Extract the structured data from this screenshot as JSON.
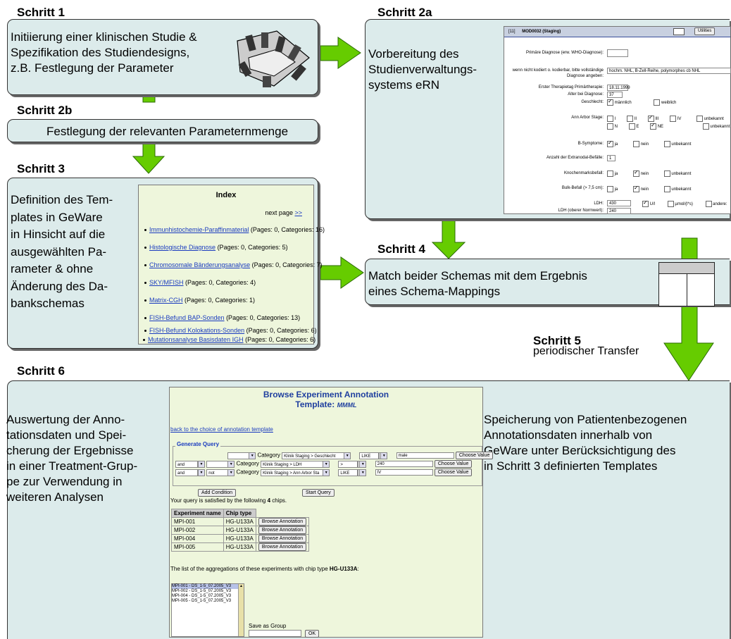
{
  "steps": {
    "s1": {
      "label": "Schritt 1",
      "text": [
        "Initiierung einer klinischen Studie &",
        "Spezifikation des Studiendesigns,",
        "z.B. Festlegung der Parameter"
      ]
    },
    "s2a": {
      "label": "Schritt 2a",
      "text": [
        "Vorbereitung des",
        "Studienverwaltungs-",
        "systems eRN"
      ]
    },
    "s2b": {
      "label": "Schritt 2b",
      "text": "Festlegung der relevanten Parameternmenge"
    },
    "s3": {
      "label": "Schritt 3",
      "text": [
        "Definition des Tem-",
        "plates in GeWare",
        "in Hinsicht auf die",
        "ausgewählten Pa-",
        "rameter & ohne",
        "Änderung des Da-",
        "bankschemas"
      ]
    },
    "s4": {
      "label": "Schritt 4",
      "text": [
        "Match beider Schemas mit dem Ergebnis",
        "eines Schema-Mappings"
      ]
    },
    "s5": {
      "label": "Schritt 5",
      "sub": "periodischer Transfer"
    },
    "s6": {
      "label": "Schritt 6",
      "left": [
        "Auswertung der Anno-",
        "tationsdaten und Spei-",
        "cherung der Ergebnisse",
        "in einer Treatment-Grup-",
        "pe zur Verwendung in",
        "weiteren Analysen"
      ],
      "right": [
        "Speicherung von Patientenbezogenen",
        "Annotationsdaten innerhalb von",
        "GeWare unter Berücksichtigung des",
        "in Schritt 3 definierten Templates"
      ]
    }
  },
  "index_panel": {
    "title": "Index",
    "next": "next page",
    "next_link": ">>",
    "items": [
      {
        "link": "Immunhistochemie-Paraffinmaterial",
        "rest": " (Pages: 0, Categories: 16)"
      },
      {
        "link": "Histologische Diagnose",
        "rest": " (Pages: 0, Categories: 5)"
      },
      {
        "link": "Chromosomale Bänderungsanalyse",
        "rest": " (Pages: 0, Categories: 7)"
      },
      {
        "link": "SKY/MFISH",
        "rest": " (Pages: 0, Categories: 4)"
      },
      {
        "link": "Matrix-CGH",
        "rest": " (Pages: 0, Categories: 1)"
      },
      {
        "link": "FISH-Befund BAP-Sonden",
        "rest": " (Pages: 0, Categories: 13)"
      },
      {
        "link": "FISH-Befund Kolokations-Sonden",
        "rest": " (Pages: 0, Categories: 6)"
      },
      {
        "link": "Mutationsanalyse Basisdaten IGH",
        "rest": " (Pages: 0, Categories: 6)"
      }
    ]
  },
  "ern_panel": {
    "header_id": "[11]",
    "header_title": "MOD0032 (Staging)",
    "header_btn": "Utilities",
    "primary_diag": "Primäre Diagnose (erw. WHO-Diagnose):",
    "not_coded": "wenn nicht kodiert o. kodierbar, bitte vollständige Diagnose angeben:",
    "not_coded_val": "hochm. NHL, B-Zell-Reihe, polymorphes cb NHL",
    "therapy_day": "Erster Therapietag Primärtherapie:",
    "therapy_val": "18.11.1999",
    "age": "Alter bei Diagnose:",
    "age_val": "37",
    "sex": "Geschlecht:",
    "sex_m": "männlich",
    "sex_w": "weiblich",
    "ann_arbor": "Ann Arbor Stage:",
    "aa_opts_row1": [
      "I",
      "II",
      "III",
      "IV",
      "unbekannt"
    ],
    "aa_opts_row2": [
      "N",
      "E",
      "NE",
      "unbekannt"
    ],
    "bsym": "B-Symptome:",
    "ja": "ja",
    "nein": "nein",
    "unbekannt": "unbekannt",
    "extranodal": "Anzahl der Extranodal-Befälle:",
    "extranodal_val": "1",
    "knochen": "Knochenmarksbefall:",
    "bulk": "Bulk-Befall (> 7,5 cm):",
    "ldh": "LDH:",
    "ldh_val": "430",
    "ldh_ul": "U/l",
    "ldh_umol": "µmol/(l*s)",
    "ldh_andere": "andere:",
    "ldh_upper": "LDH (oberer Normwert):",
    "ldh_upper_val": "240"
  },
  "browse_panel": {
    "title1": "Browse Experiment Annotation",
    "title2": "Template:",
    "title2_val": "MMML",
    "back": "back to the choice of annotation template",
    "gen_query": "Generate Query",
    "rows": [
      {
        "op1": "",
        "op2": "",
        "cat": "Category",
        "sel": "Klinik Staging > Geschlecht",
        "cmp": "LIKE",
        "val": "male",
        "btn": "Choose Value"
      },
      {
        "op1": "and",
        "op2": "",
        "cat": "Category",
        "sel": "Klinik Staging > LDH",
        "cmp": ">",
        "val": "240",
        "btn": "Choose Value"
      },
      {
        "op1": "and",
        "op2": "not",
        "cat": "Category",
        "sel": "Klinik Staging > Ann Arbor Sta",
        "cmp": "LIKE",
        "val": "IV",
        "btn": "Choose Value"
      }
    ],
    "add_cond": "Add Condition",
    "start_query": "Start Query",
    "satisfied_pre": "Your query is satisfied by the following ",
    "satisfied_num": "4",
    "satisfied_post": " chips.",
    "table_headers": [
      "Experiment name",
      "Chip type"
    ],
    "table_rows": [
      {
        "name": "MPI-001",
        "chip": "HG-U133A",
        "btn": "Browse Annotation"
      },
      {
        "name": "MPI-002",
        "chip": "HG-U133A",
        "btn": "Browse Annotation"
      },
      {
        "name": "MPI-004",
        "chip": "HG-U133A",
        "btn": "Browse Annotation"
      },
      {
        "name": "MPI-005",
        "chip": "HG-U133A",
        "btn": "Browse Annotation"
      }
    ],
    "agg_pre": "The list of the aggregations of these experiments with chip type ",
    "agg_chip": "HG-U133A",
    "agg_post": ":",
    "list_items": [
      "MPI-001 - DS_1-5_07.2005_V3",
      "MPI-002 - DS_1-5_07.2005_V3",
      "MPI-004 - DS_1-5_07.2005_V3",
      "MPI-005 - DS_1-5_07.2005_V3"
    ],
    "save_group": "Save as Group",
    "ok": "OK"
  },
  "colors": {
    "box": "#dcebeb",
    "arrow": "#66cc00",
    "arrow_stroke": "#2b6b00",
    "panel_green": "#eef6dc"
  }
}
